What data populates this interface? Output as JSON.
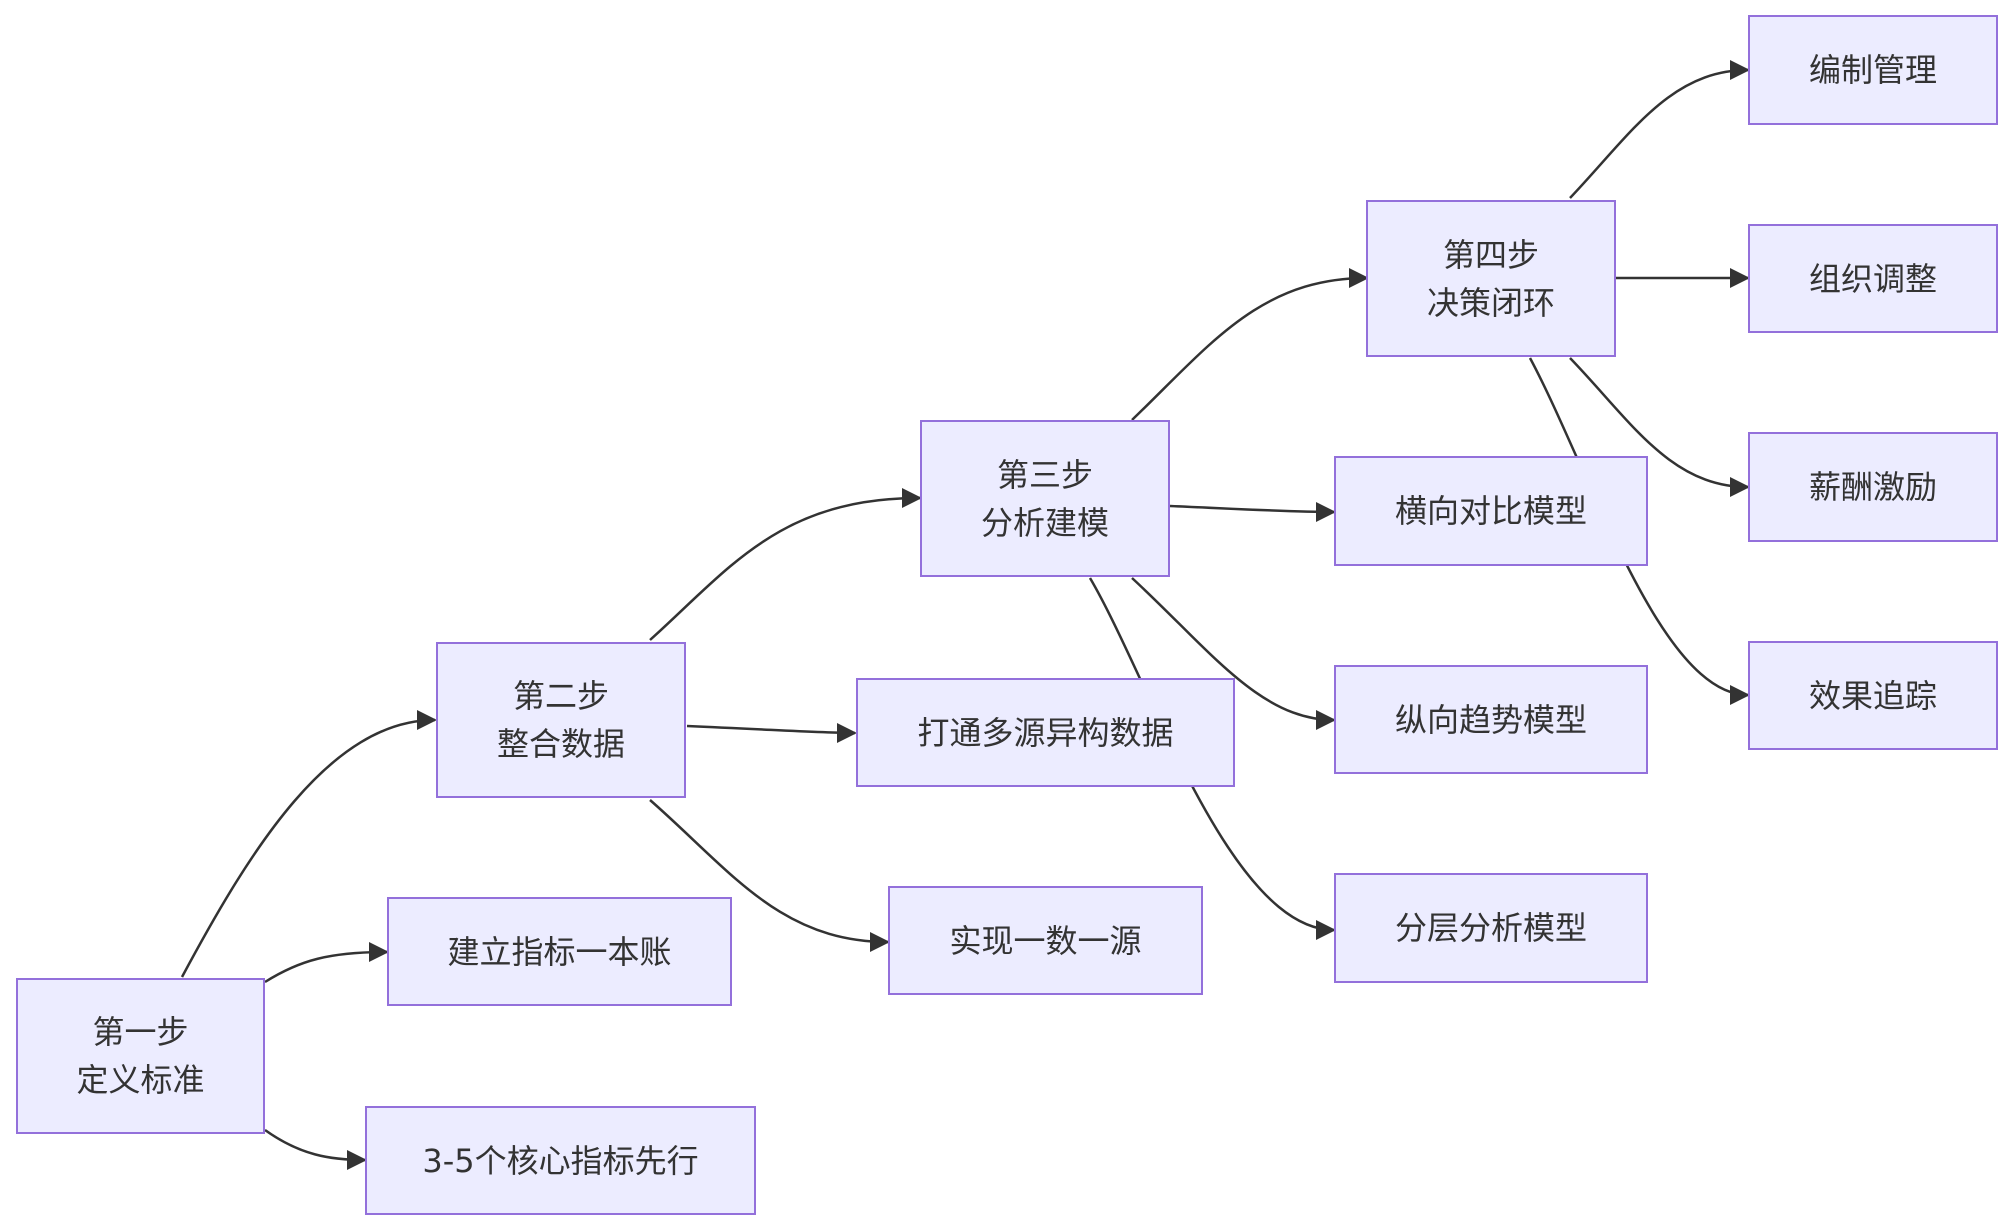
{
  "colors": {
    "node_fill": "#ececff",
    "node_border": "#9370db",
    "text": "#333333",
    "edge": "#333333"
  },
  "nodes": {
    "step1": {
      "line1": "第一步",
      "line2": "定义标准"
    },
    "ledger": {
      "label": "建立指标一本账"
    },
    "core": {
      "label": "3-5个核心指标先行"
    },
    "step2": {
      "line1": "第二步",
      "line2": "整合数据"
    },
    "connect": {
      "label": "打通多源异构数据"
    },
    "single_source": {
      "label": "实现一数一源"
    },
    "step3": {
      "line1": "第三步",
      "line2": "分析建模"
    },
    "horizontal": {
      "label": "横向对比模型"
    },
    "vertical": {
      "label": "纵向趋势模型"
    },
    "layered": {
      "label": "分层分析模型"
    },
    "step4": {
      "line1": "第四步",
      "line2": "决策闭环"
    },
    "staffing": {
      "label": "编制管理"
    },
    "org": {
      "label": "组织调整"
    },
    "pay": {
      "label": "薪酬激励"
    },
    "tracking": {
      "label": "效果追踪"
    }
  },
  "edges": [
    [
      "step1",
      "step2"
    ],
    [
      "step1",
      "ledger"
    ],
    [
      "step1",
      "core"
    ],
    [
      "step2",
      "step3"
    ],
    [
      "step2",
      "connect"
    ],
    [
      "step2",
      "single_source"
    ],
    [
      "step3",
      "step4"
    ],
    [
      "step3",
      "horizontal"
    ],
    [
      "step3",
      "vertical"
    ],
    [
      "step3",
      "layered"
    ],
    [
      "step4",
      "staffing"
    ],
    [
      "step4",
      "org"
    ],
    [
      "step4",
      "pay"
    ],
    [
      "step4",
      "tracking"
    ]
  ]
}
